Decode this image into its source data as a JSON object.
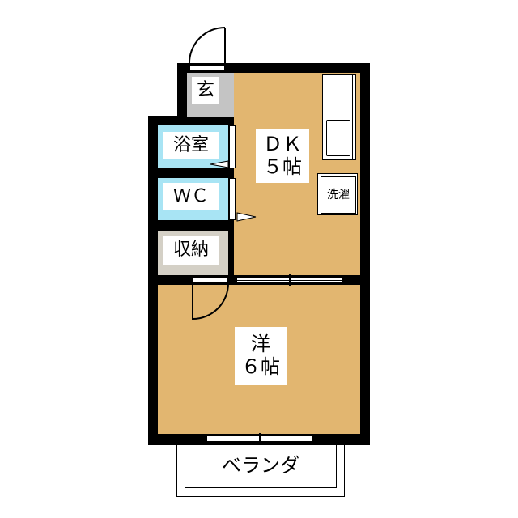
{
  "rooms": {
    "entrance": {
      "label": "玄"
    },
    "bath": {
      "label": "浴室"
    },
    "toilet": {
      "label": "ＷＣ"
    },
    "storage": {
      "label": "収納"
    },
    "dk": {
      "label_line1": "ＤＫ",
      "label_line2": "５帖"
    },
    "laundry": {
      "label": "洗濯"
    },
    "western": {
      "label_line1": "洋",
      "label_line2": "６帖"
    },
    "balcony": {
      "label": "ベランダ"
    }
  },
  "colors": {
    "floor": "#e2b670",
    "bath": "#a8e4f4",
    "entrance": "#c4c4c4",
    "storage": "#d4d0c6",
    "wall": "#000000"
  }
}
